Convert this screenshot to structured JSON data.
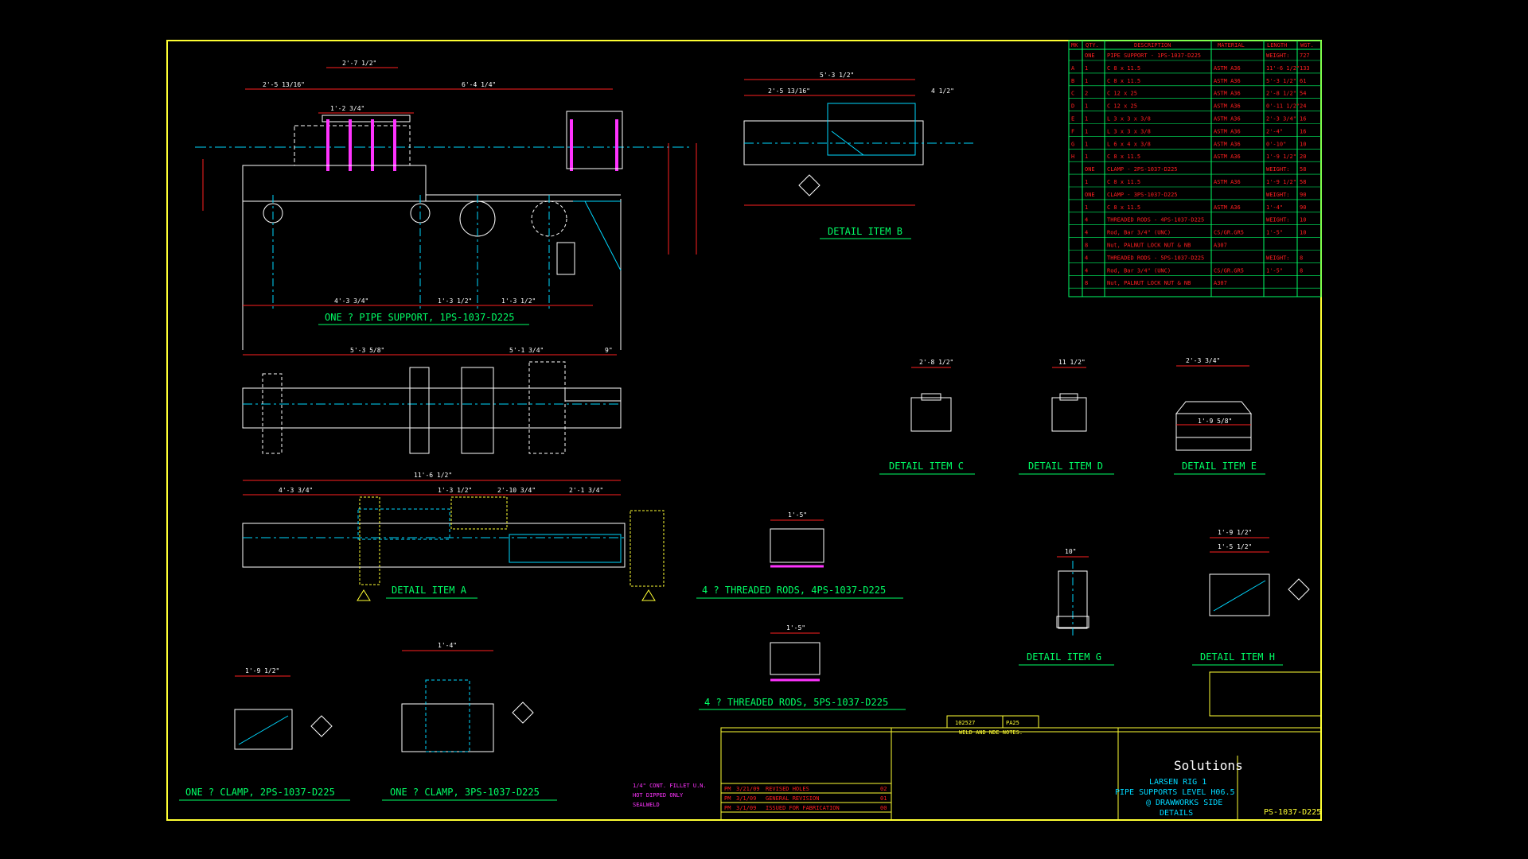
{
  "colors": {
    "frame": "#ffff33",
    "title": "#00ff66",
    "dim": "#ff2020",
    "center": "#00d8ff",
    "bom": "#ff2020",
    "highlight": "#ff33ff"
  },
  "views": {
    "pipe_support": "ONE ? PIPE SUPPORT, 1PS-1037-D225",
    "detail_b": "DETAIL ITEM B",
    "detail_a": "DETAIL ITEM A",
    "detail_c": "DETAIL ITEM C",
    "detail_d": "DETAIL ITEM D",
    "detail_e": "DETAIL ITEM E",
    "detail_g": "DETAIL ITEM G",
    "detail_h": "DETAIL ITEM H",
    "rods_4": "4 ? THREADED RODS, 4PS-1037-D225",
    "rods_5": "4 ? THREADED RODS, 5PS-1037-D225",
    "clamp_2": "ONE ? CLAMP, 2PS-1037-D225",
    "clamp_3": "ONE ? CLAMP, 3PS-1037-D225"
  },
  "dims": {
    "top1": "2'-7 1/2\"",
    "top2": "2'-5 13/16\"",
    "top3": "6'-4 1/4\"",
    "top4": "1'-2 3/4\"",
    "bot1": "4'-3 3/4\"",
    "bot2": "1'-3 1/2\"",
    "bot3": "1'-3 1/2\"",
    "sec1": "5'-3 5/8\"",
    "sec2": "5'-1 3/4\"",
    "sec3": "9\"",
    "a1": "11'-6 1/2\"",
    "a2": "4'-3 3/4\"",
    "a3": "1'-3 1/2\"",
    "a4": "2'-10 3/4\"",
    "a5": "2'-1 3/4\"",
    "b1": "5'-3 1/2\"",
    "b2": "2'-5 13/16\"",
    "b3": "4 1/2\"",
    "c1": "2'-8 1/2\"",
    "d1": "11 1/2\"",
    "e1": "2'-3 3/4\"",
    "e2": "1'-9 5/8\"",
    "g1": "10\"",
    "h1": "1'-9 1/2\"",
    "h2": "1'-5 1/2\"",
    "r1": "1'-5\"",
    "r2": "1'-5\"",
    "cl2": "1'-9 1/2\"",
    "cl3": "1'-4\""
  },
  "bom": {
    "headers": [
      "MK",
      "QTY.",
      "DESCRIPTION",
      "MATERIAL",
      "LENGTH",
      "WGT."
    ],
    "rows": [
      {
        "mk": "",
        "qty": "ONE",
        "desc": "PIPE SUPPORT - 1PS-1037-D225",
        "mat": "",
        "len": "WEIGHT:",
        "wgt": "727"
      },
      {
        "mk": "A",
        "qty": "1",
        "desc": "C 8 x 11.5",
        "mat": "ASTM A36",
        "len": "11'-6 1/2\"",
        "wgt": "133"
      },
      {
        "mk": "B",
        "qty": "1",
        "desc": "C 8 x 11.5",
        "mat": "ASTM A36",
        "len": "5'-3 1/2\"",
        "wgt": "61"
      },
      {
        "mk": "C",
        "qty": "2",
        "desc": "C 12 x 25",
        "mat": "ASTM A36",
        "len": "2'-8 1/2\"",
        "wgt": "54"
      },
      {
        "mk": "D",
        "qty": "1",
        "desc": "C 12 x 25",
        "mat": "ASTM A36",
        "len": "0'-11 1/2\"",
        "wgt": "24"
      },
      {
        "mk": "E",
        "qty": "1",
        "desc": "L 3 x 3 x 3/8",
        "mat": "ASTM A36",
        "len": "2'-3 3/4\"",
        "wgt": "16"
      },
      {
        "mk": "F",
        "qty": "1",
        "desc": "L 3 x 3 x 3/8",
        "mat": "ASTM A36",
        "len": "2'-4\"",
        "wgt": "16"
      },
      {
        "mk": "G",
        "qty": "1",
        "desc": "L 6 x 4 x 3/8",
        "mat": "ASTM A36",
        "len": "0'-10\"",
        "wgt": "10"
      },
      {
        "mk": "H",
        "qty": "1",
        "desc": "C 8 x 11.5",
        "mat": "ASTM A36",
        "len": "1'-9 1/2\"",
        "wgt": "20"
      },
      {
        "mk": "",
        "qty": "ONE",
        "desc": "CLAMP - 2PS-1037-D225",
        "mat": "",
        "len": "WEIGHT:",
        "wgt": "58"
      },
      {
        "mk": "",
        "qty": "1",
        "desc": "C 8 x 11.5",
        "mat": "ASTM A36",
        "len": "1'-9 1/2\"",
        "wgt": "58"
      },
      {
        "mk": "",
        "qty": "ONE",
        "desc": "CLAMP - 3PS-1037-D225",
        "mat": "",
        "len": "WEIGHT:",
        "wgt": "90"
      },
      {
        "mk": "",
        "qty": "1",
        "desc": "C 8 x 11.5",
        "mat": "ASTM A36",
        "len": "1'-4\"",
        "wgt": "90"
      },
      {
        "mk": "",
        "qty": "4",
        "desc": "THREADED RODS - 4PS-1037-D225",
        "mat": "",
        "len": "WEIGHT:",
        "wgt": "10"
      },
      {
        "mk": "",
        "qty": "4",
        "desc": "Rod, Bar 3/4\" (UNC)",
        "mat": "CS/GR.GR5",
        "len": "1'-5\"",
        "wgt": "10"
      },
      {
        "mk": "",
        "qty": "8",
        "desc": "Nut, PALNUT LOCK NUT & NB",
        "mat": "A307",
        "len": "",
        "wgt": ""
      },
      {
        "mk": "",
        "qty": "4",
        "desc": "THREADED RODS - 5PS-1037-D225",
        "mat": "",
        "len": "WEIGHT:",
        "wgt": "8"
      },
      {
        "mk": "",
        "qty": "4",
        "desc": "Rod, Bar 3/4\" (UNC)",
        "mat": "CS/GR.GR5",
        "len": "1'-5\"",
        "wgt": "8"
      },
      {
        "mk": "",
        "qty": "8",
        "desc": "Nut, PALNUT LOCK NUT & NB",
        "mat": "A307",
        "len": "",
        "wgt": ""
      }
    ]
  },
  "title_block": {
    "company": "Solutions",
    "line1": "LARSEN RIG 1",
    "line2": "PIPE SUPPORTS LEVEL H06.5",
    "line3": "@ DRAWWORKS SIDE",
    "line4": "DETAILS",
    "dwg_no": "PS-1037-D225",
    "job_no": "102527",
    "job_code": "PA25",
    "weld_notes": "WELD AND NDE NOTES:"
  },
  "revisions": [
    {
      "rev": "PM",
      "date": "3/21/09",
      "desc": "REVISED HOLES",
      "no": "02"
    },
    {
      "rev": "PM",
      "date": "3/1/09",
      "desc": "GENERAL REVISION",
      "no": "01"
    },
    {
      "rev": "PM",
      "date": "3/1/09",
      "desc": "ISSUED FOR FABRICATION",
      "no": "00"
    }
  ],
  "color_legend": [
    {
      "label": "1/4\" CONT. FILLET U.N.",
      "color": "#ff33ff"
    },
    {
      "label": "HOT DIPPED ONLY",
      "color": "#ff33ff"
    },
    {
      "label": "SEALWELD",
      "color": "#ff33ff"
    }
  ]
}
